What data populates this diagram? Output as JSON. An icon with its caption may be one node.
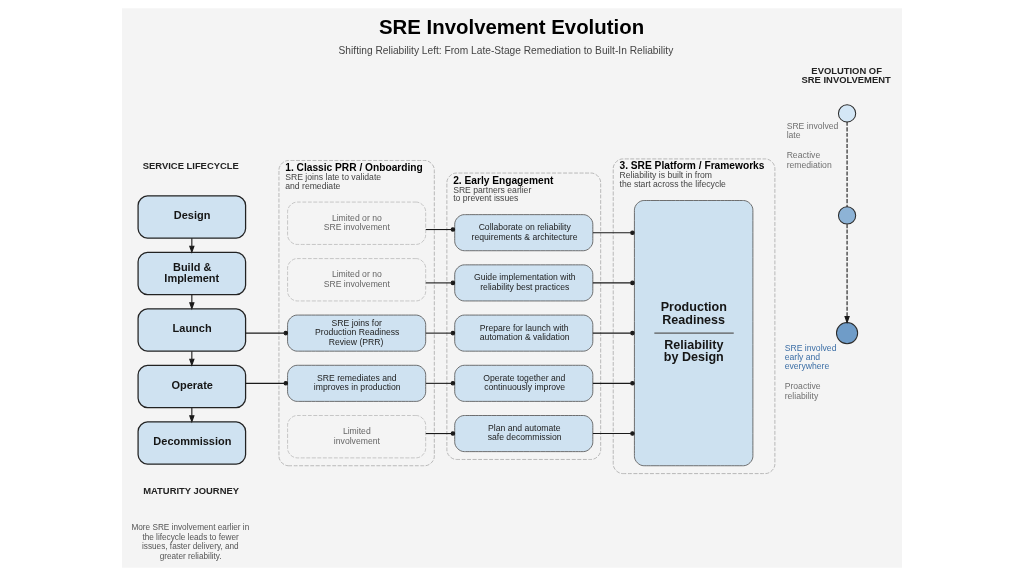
{
  "diagram": {
    "title": "SRE Involvement Evolution",
    "nodes": [
      {
        "text": [
          "Design"
        ]
      },
      {
        "text": [
          "Build & Implement"
        ]
      },
      {
        "text": [
          "Launch"
        ]
      },
      {
        "text": [
          "Operate"
        ]
      },
      {
        "text": [
          "Decommission"
        ]
      },
      {
        "text": [
          "1. Classic PRR / Onboarding",
          "SRE joins late to validate and remediate"
        ]
      },
      {
        "text": [
          "Limited or no SRE involvement"
        ],
        "in": 5
      },
      {
        "text": [
          "Limited or no SRE involvement"
        ],
        "in": 5
      },
      {
        "text": [
          "SRE joins for Production Readiness Review (PRR)"
        ],
        "in": 5
      },
      {
        "text": [
          "SRE remediates and improves in production"
        ],
        "in": 5
      },
      {
        "text": [
          "Limited involvement"
        ],
        "in": 5
      },
      {
        "text": [
          "2. Early Engagement",
          "SRE partners earlier to prevent issues"
        ]
      },
      {
        "text": [
          "Collaborate on reliability requirements & architecture"
        ],
        "in": 11
      },
      {
        "text": [
          "Guide implementation with reliability best practices"
        ],
        "in": 11
      },
      {
        "text": [
          "Prepare for launch with automation & validation"
        ],
        "in": 11
      },
      {
        "text": [
          "Operate together and continuously improve"
        ],
        "in": 11
      },
      {
        "text": [
          "Plan and automate safe decommission"
        ],
        "in": 11
      },
      {
        "text": [
          "3. SRE Platform / Frameworks",
          "Reliability is built in from the start across the lifecycle"
        ]
      },
      {
        "text": [
          "Production Readiness",
          "Reliability by Design"
        ],
        "in": 17
      },
      {
        "text": [],
        "shape": "circle",
        "beside": [
          "SRE involved late",
          "Reactive remediation"
        ]
      },
      {
        "text": [],
        "shape": "circle"
      },
      {
        "text": [],
        "shape": "circle",
        "beside": [
          "SRE involved early and everywhere",
          "Proactive reliability"
        ]
      }
    ],
    "edges": [
      {
        "from": 0,
        "to": 1,
        "arrow": "to"
      },
      {
        "from": 1,
        "to": 2,
        "arrow": "to"
      },
      {
        "from": 2,
        "to": 3,
        "arrow": "to"
      },
      {
        "from": 3,
        "to": 4,
        "arrow": "to"
      },
      {
        "from": 2,
        "to": 8,
        "arrow": "other"
      },
      {
        "from": 3,
        "to": 9,
        "arrow": "other"
      },
      {
        "from": 6,
        "to": 12,
        "arrow": "other"
      },
      {
        "from": 7,
        "to": 13,
        "arrow": "other"
      },
      {
        "from": 8,
        "to": 14,
        "arrow": "other"
      },
      {
        "from": 9,
        "to": 15,
        "arrow": "other"
      },
      {
        "from": 10,
        "to": 16,
        "arrow": "other"
      },
      {
        "from": 12,
        "to": 18,
        "arrow": "other"
      },
      {
        "from": 13,
        "to": 18,
        "arrow": "other"
      },
      {
        "from": 14,
        "to": 18,
        "arrow": "other"
      },
      {
        "from": 15,
        "to": 18,
        "arrow": "other"
      },
      {
        "from": 16,
        "to": 18,
        "arrow": "other"
      },
      {
        "from": 19,
        "to": 20,
        "arrow": "none",
        "style": "dashed"
      },
      {
        "from": 20,
        "to": 21,
        "arrow": "to",
        "style": "dashed"
      }
    ],
    "labels": [
      "Shifting Reliability Left: From Late-Stage Remediation to Built-In Reliability",
      "SERVICE LIFECYCLE",
      "EVOLUTION OF SRE INVOLVEMENT",
      "MATURITY JOURNEY",
      "More SRE involvement earlier in the lifecycle leads to fewer issues, faster delivery, and greater reliability."
    ]
  }
}
